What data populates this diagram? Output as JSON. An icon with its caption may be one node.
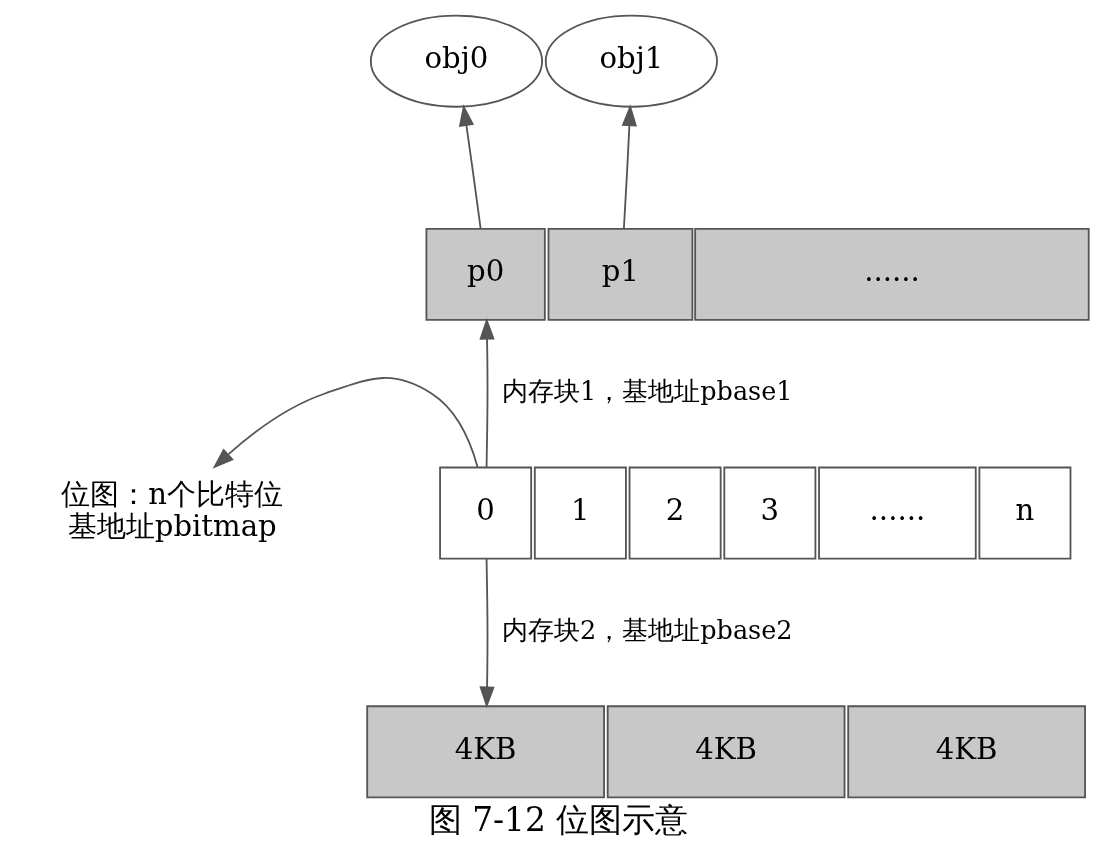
{
  "diagram": {
    "caption": "图 7-12 位图示意",
    "nodes": [
      {
        "text": [
          "obj0"
        ]
      },
      {
        "text": [
          "obj1"
        ]
      },
      {
        "text": [
          "p0"
        ]
      },
      {
        "text": [
          "p1"
        ]
      },
      {
        "text": [
          "......"
        ]
      },
      {
        "text": [
          "0"
        ]
      },
      {
        "text": [
          "1"
        ]
      },
      {
        "text": [
          "2"
        ]
      },
      {
        "text": [
          "3"
        ]
      },
      {
        "text": [
          "......"
        ]
      },
      {
        "text": [
          "n"
        ]
      },
      {
        "text": [
          "4KB"
        ]
      },
      {
        "text": [
          "4KB"
        ]
      },
      {
        "text": [
          "4KB"
        ]
      },
      {
        "text": [
          "位图：n个比特位",
          "基地址pbitmap"
        ]
      }
    ],
    "edges": [
      {
        "from": 2,
        "to": 0,
        "arrow": "to"
      },
      {
        "from": 3,
        "to": 1,
        "arrow": "to"
      },
      {
        "from": 5,
        "to": 2,
        "arrow": "to",
        "label": "内存块1，基地址pbase1"
      },
      {
        "from": 5,
        "to": 14,
        "arrow": "to"
      },
      {
        "from": 5,
        "to": 11,
        "arrow": "to",
        "label": "内存块2，基地址pbase2"
      }
    ]
  }
}
